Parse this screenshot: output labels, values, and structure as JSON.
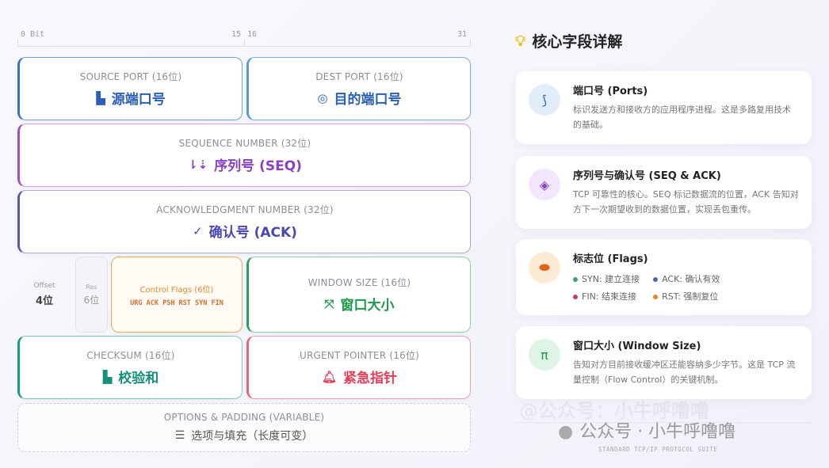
{
  "ruler": {
    "start": "0 Bit",
    "mid_a": "15",
    "mid_b": "16",
    "end": "31"
  },
  "fields": {
    "source_port": {
      "label": "SOURCE PORT (16位)",
      "name": "源端口号",
      "icon": "door-icon",
      "color": "#2f6fc4"
    },
    "dest_port": {
      "label": "DEST PORT (16位)",
      "name": "目的端口号",
      "icon": "target-icon",
      "color": "#2f6fc4"
    },
    "seq": {
      "label": "SEQUENCE NUMBER (32位)",
      "name": "序列号 (SEQ)",
      "icon": "sort-icon",
      "color": "#8a3fc8"
    },
    "ack": {
      "label": "ACKNOWLEDGMENT NUMBER (32位)",
      "name": "确认号 (ACK)",
      "icon": "double-check-icon",
      "color": "#4a48b0"
    },
    "offset": {
      "label": "Offset",
      "value": "4位"
    },
    "reserved": {
      "label": "Res",
      "value": "6位"
    },
    "flags": {
      "label": "Control Flags (6位)",
      "value": "URG ACK PSH RST SYN FIN",
      "color": "#e07b1c"
    },
    "window": {
      "label": "WINDOW SIZE (16位)",
      "name": "窗口大小",
      "icon": "expand-icon",
      "color": "#1e9a4e"
    },
    "checksum": {
      "label": "CHECKSUM (16位)",
      "name": "校验和",
      "icon": "file-shield-icon",
      "color": "#15907a"
    },
    "urgent": {
      "label": "URGENT POINTER (16位)",
      "name": "紧急指针",
      "icon": "bell-icon",
      "color": "#e0405a"
    },
    "options": {
      "label": "OPTIONS & PADDING (VARIABLE)",
      "name": "选项与填充（长度可变）",
      "icon": "sliders-icon"
    }
  },
  "panel": {
    "title": "核心字段详解",
    "title_icon": "lightbulb-icon",
    "cards": [
      {
        "title": "端口号 (Ports)",
        "text": "标识发送方和接收方的应用程序进程。这是多路复用技术的基础。",
        "icon": "route-icon"
      },
      {
        "title": "序列号与确认号 (SEQ & ACK)",
        "text": "TCP 可靠性的核心。SEQ 标记数据流的位置，ACK 告知对方下一次期望收到的数据位置，实现丢包重传。",
        "icon": "layers-icon"
      },
      {
        "title": "标志位 (Flags)",
        "icon": "toggle-icon",
        "flags": [
          {
            "text": "SYN: 建立连接",
            "color": "#3aa56a"
          },
          {
            "text": "ACK: 确认有效",
            "color": "#4a68b0"
          },
          {
            "text": "FIN: 结束连接",
            "color": "#c0405a"
          },
          {
            "text": "RST: 强制复位",
            "color": "#e0872c"
          }
        ]
      },
      {
        "title": "窗口大小 (Window Size)",
        "text": "告知对方目前接收缓冲区还能容纳多少字节。这是 TCP 流量控制（Flow Control）的关键机制。",
        "icon": "bridge-icon"
      }
    ]
  },
  "footer": {
    "brand": "公众号 · 小牛呼噜噜",
    "subtitle": "STANDARD TCP/IP PROTOCOL SUITE",
    "icon": "wechat-icon"
  },
  "watermark": "@公众号：小牛呼噜噜"
}
